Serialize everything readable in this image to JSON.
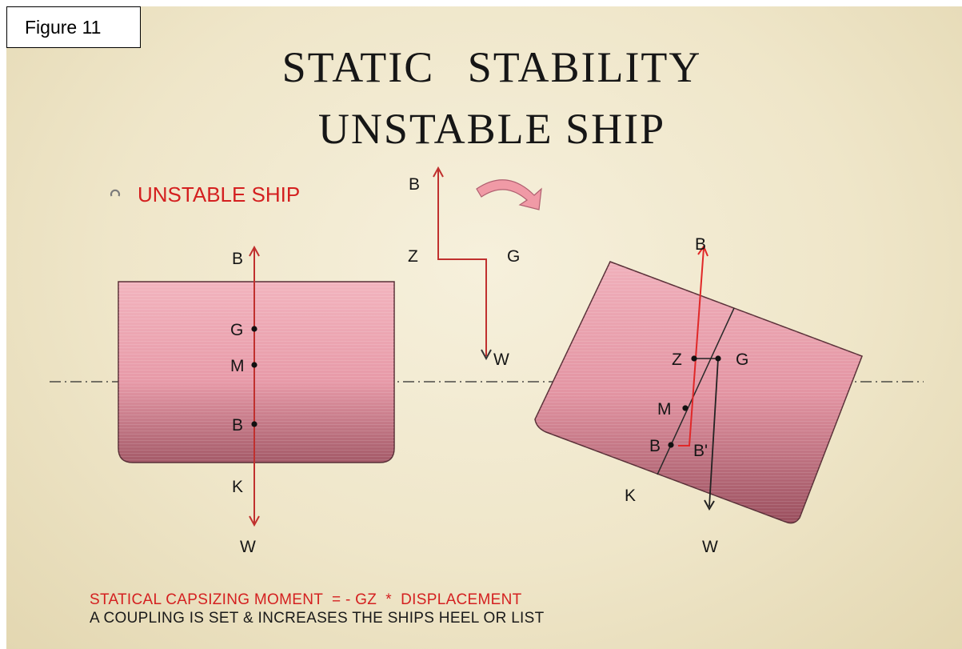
{
  "figure_label": "Figure 11",
  "title_line1": "STATIC STABILITY",
  "title_line2": "UNSTABLE SHIP",
  "bullet": {
    "icon": "hollow-circle-bullet",
    "text": "UNSTABLE SHIP"
  },
  "colors": {
    "accent_red": "#d42020",
    "hull_pink": "#e79aa8",
    "hull_dark": "#9a4f5e",
    "text": "#161616"
  },
  "left_ship_labels": {
    "b_top": "B",
    "g": "G",
    "m": "M",
    "b": "B",
    "k": "K",
    "w": "W"
  },
  "couple_labels": {
    "b": "B",
    "z": "Z",
    "g": "G",
    "w": "W"
  },
  "right_ship_labels": {
    "b_top": "B",
    "z": "Z",
    "g": "G",
    "m": "M",
    "b": "B",
    "b_prime": "B'",
    "k": "K",
    "w": "W"
  },
  "footer_line1": "STATICAL CAPSIZING MOMENT  = - GZ  *  DISPLACEMENT",
  "footer_line2": "A COUPLING IS SET & INCREASES THE SHIPS HEEL OR LIST"
}
